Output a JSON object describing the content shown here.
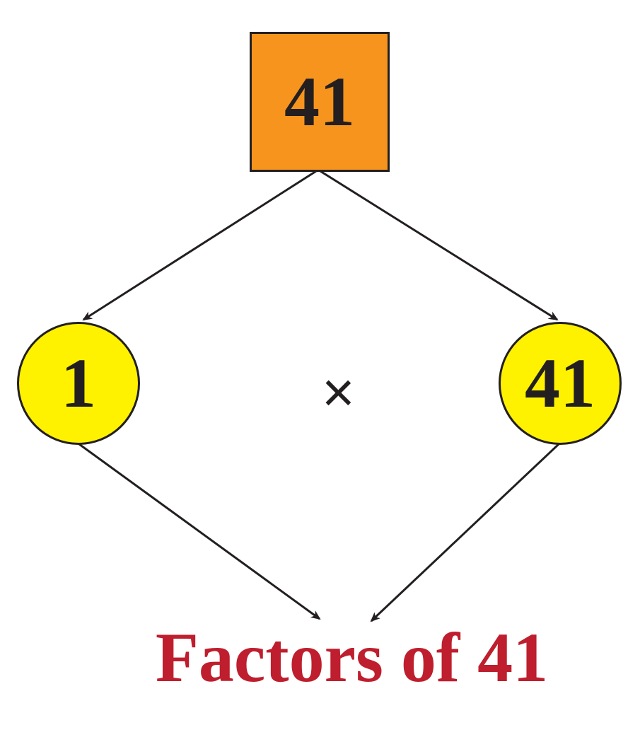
{
  "diagram": {
    "root": {
      "label": "41",
      "shape": "square",
      "fill": "#f7941d"
    },
    "factors": [
      {
        "label": "1",
        "shape": "circle",
        "fill": "#fff200"
      },
      {
        "label": "41",
        "shape": "circle",
        "fill": "#fff200"
      }
    ],
    "operator": "×",
    "title": "Factors of 41",
    "title_color": "#be1e2d",
    "stroke_color": "#231f20"
  }
}
